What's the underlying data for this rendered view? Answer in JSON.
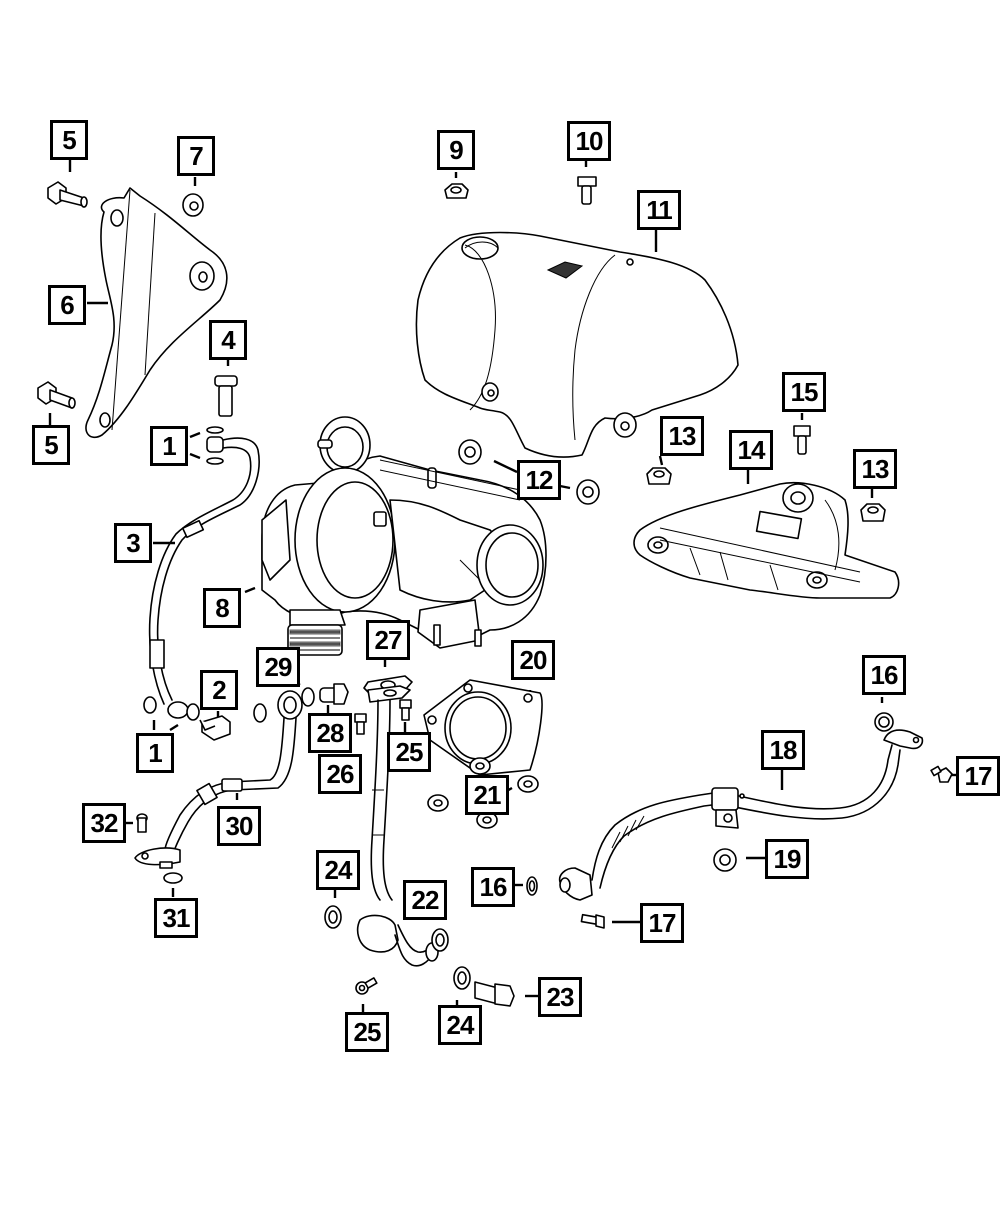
{
  "diagram": {
    "type": "exploded parts diagram",
    "subject": "Turbocharger and related components",
    "colors": {
      "line": "#000000",
      "background": "#ffffff"
    },
    "callouts": [
      {
        "id": "c5a",
        "label": "5",
        "part": "bolt"
      },
      {
        "id": "c7",
        "label": "7",
        "part": "nut"
      },
      {
        "id": "c6",
        "label": "6",
        "part": "bracket"
      },
      {
        "id": "c4",
        "label": "4",
        "part": "bolt"
      },
      {
        "id": "c5b",
        "label": "5",
        "part": "bolt"
      },
      {
        "id": "c1a",
        "label": "1",
        "part": "gasket/washer"
      },
      {
        "id": "c3",
        "label": "3",
        "part": "oil feed tube"
      },
      {
        "id": "c8",
        "label": "8",
        "part": "turbocharger"
      },
      {
        "id": "c2",
        "label": "2",
        "part": "banjo bolt"
      },
      {
        "id": "c1b",
        "label": "1",
        "part": "gasket/washer"
      },
      {
        "id": "c9",
        "label": "9",
        "part": "nut"
      },
      {
        "id": "c10",
        "label": "10",
        "part": "bolt"
      },
      {
        "id": "c11",
        "label": "11",
        "part": "heat shield"
      },
      {
        "id": "c12",
        "label": "12",
        "part": "nut"
      },
      {
        "id": "c13a",
        "label": "13",
        "part": "nut"
      },
      {
        "id": "c14",
        "label": "14",
        "part": "heat shield"
      },
      {
        "id": "c15",
        "label": "15",
        "part": "bolt"
      },
      {
        "id": "c13b",
        "label": "13",
        "part": "nut"
      },
      {
        "id": "c27",
        "label": "27",
        "part": "gasket"
      },
      {
        "id": "c29",
        "label": "29",
        "part": "gasket/washer"
      },
      {
        "id": "c20",
        "label": "20",
        "part": "gasket"
      },
      {
        "id": "c28",
        "label": "28",
        "part": "fitting"
      },
      {
        "id": "c25a",
        "label": "25",
        "part": "bolt"
      },
      {
        "id": "c26",
        "label": "26",
        "part": "oil return tube"
      },
      {
        "id": "c21",
        "label": "21",
        "part": "nut"
      },
      {
        "id": "c16a",
        "label": "16",
        "part": "gasket"
      },
      {
        "id": "c18",
        "label": "18",
        "part": "coolant tube"
      },
      {
        "id": "c17a",
        "label": "17",
        "part": "bolt"
      },
      {
        "id": "c32",
        "label": "32",
        "part": "bolt"
      },
      {
        "id": "c30",
        "label": "30",
        "part": "coolant tube"
      },
      {
        "id": "c19",
        "label": "19",
        "part": "nut"
      },
      {
        "id": "c24a",
        "label": "24",
        "part": "gasket"
      },
      {
        "id": "c22",
        "label": "22",
        "part": "tube"
      },
      {
        "id": "c16b",
        "label": "16",
        "part": "gasket"
      },
      {
        "id": "c31",
        "label": "31",
        "part": "gasket"
      },
      {
        "id": "c17b",
        "label": "17",
        "part": "bolt"
      },
      {
        "id": "c23",
        "label": "23",
        "part": "banjo bolt"
      },
      {
        "id": "c25b",
        "label": "25",
        "part": "bolt"
      },
      {
        "id": "c24b",
        "label": "24",
        "part": "gasket"
      }
    ]
  }
}
